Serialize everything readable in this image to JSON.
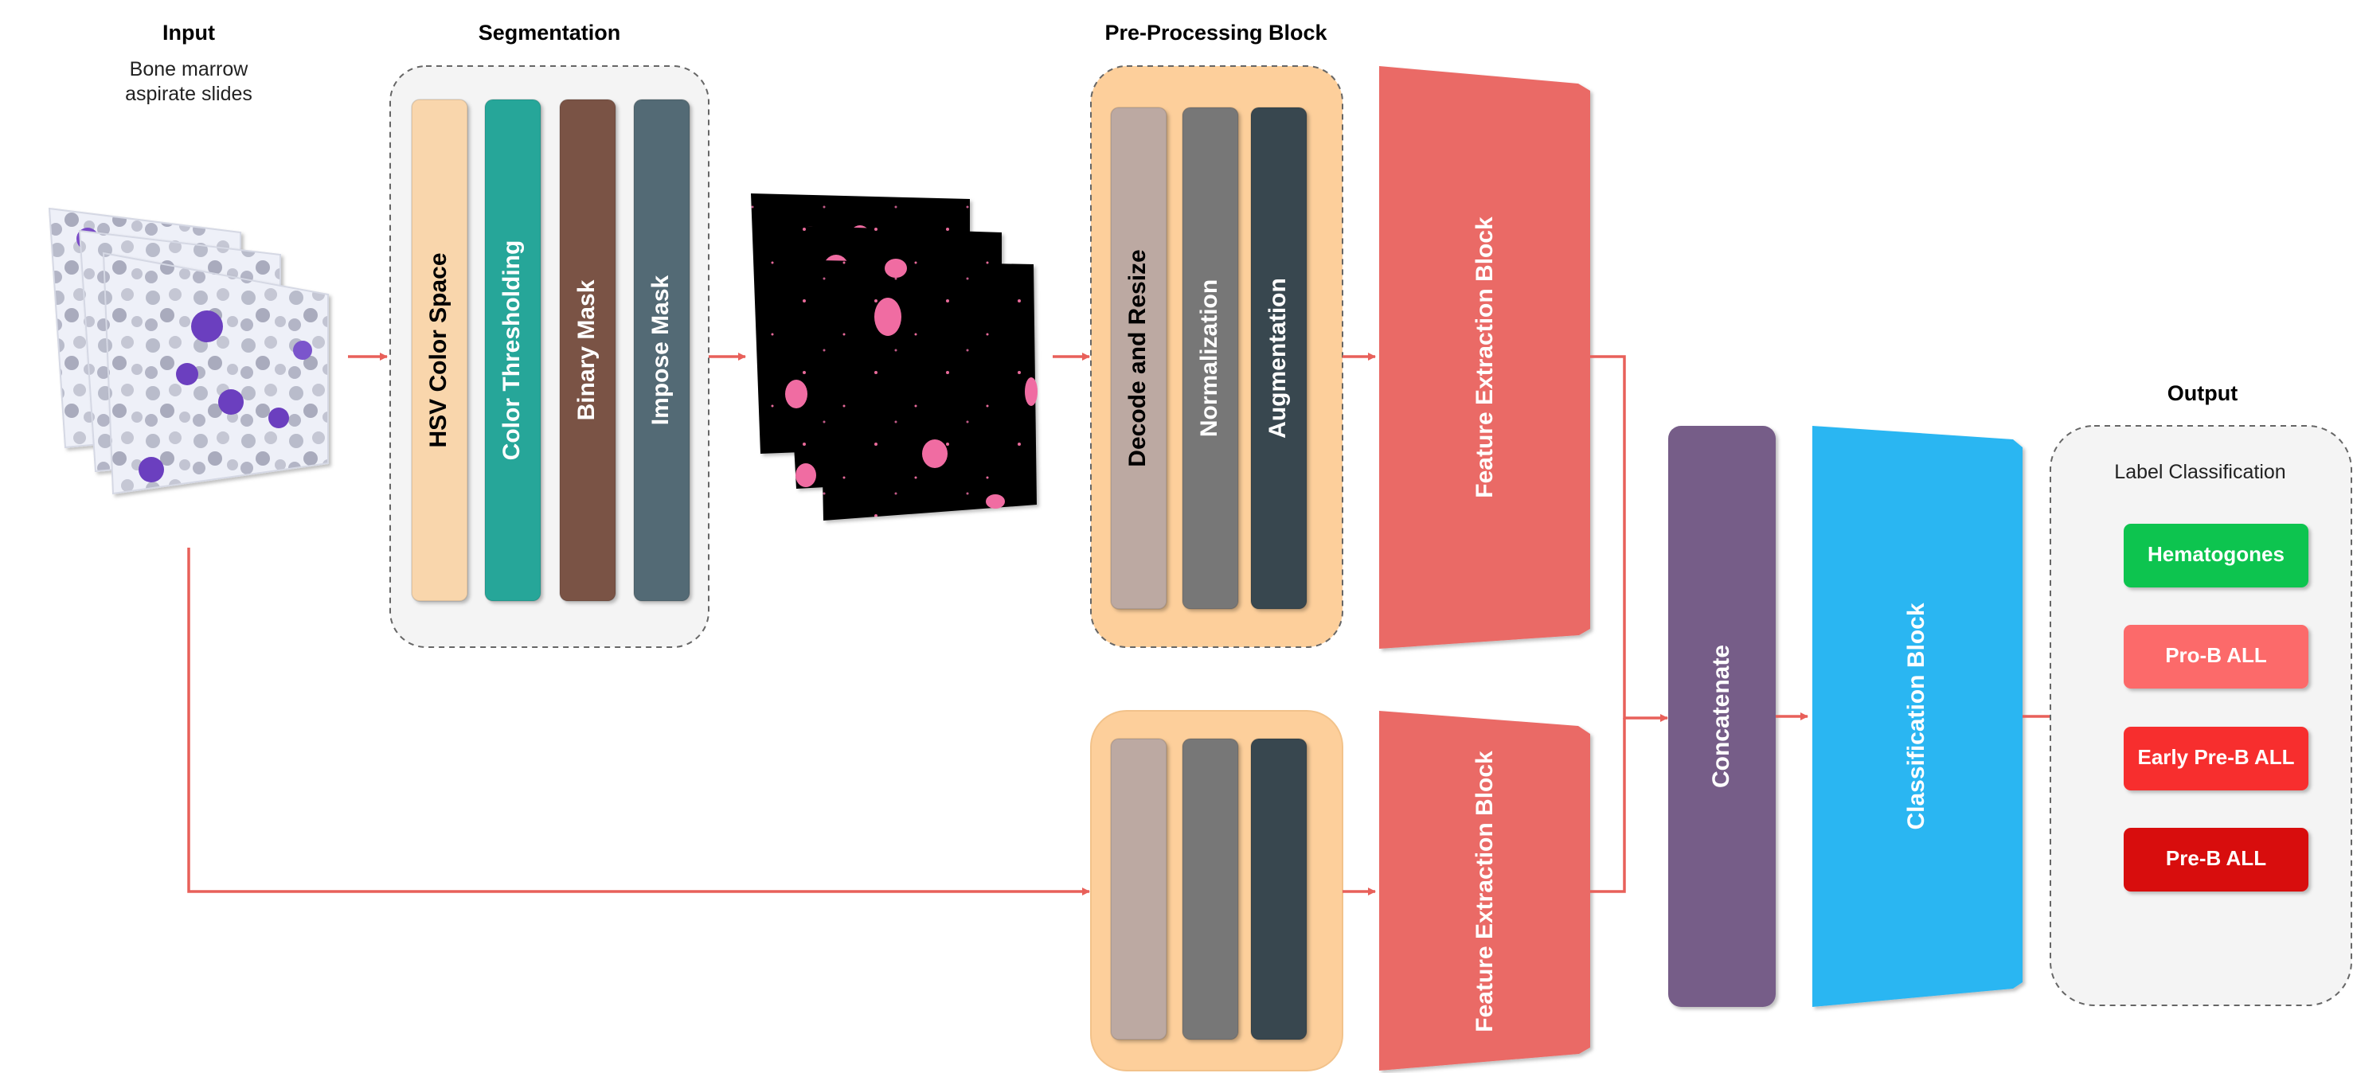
{
  "input": {
    "title": "Input",
    "subtitle_line1": "Bone marrow",
    "subtitle_line2": "aspirate slides"
  },
  "segmentation": {
    "title": "Segmentation",
    "steps": [
      {
        "label": "HSV Color Space",
        "color": "#f9d6ac",
        "text_color": "#000000"
      },
      {
        "label": "Color Thresholding",
        "color": "#27a699",
        "text_color": "#ffffff"
      },
      {
        "label": "Binary Mask",
        "color": "#7a5244",
        "text_color": "#ffffff"
      },
      {
        "label": "Impose Mask",
        "color": "#536a74",
        "text_color": "#ffffff"
      }
    ]
  },
  "preprocessing": {
    "title": "Pre-Processing Block",
    "steps": [
      {
        "label": "Decode and Resize",
        "color": "#bca9a2",
        "text_color": "#000000"
      },
      {
        "label": "Normalization",
        "color": "#777777",
        "text_color": "#ffffff"
      },
      {
        "label": "Augmentation",
        "color": "#37474f",
        "text_color": "#ffffff"
      }
    ],
    "block_color": "#fdcf9b"
  },
  "feature_extraction": {
    "label": "Feature Extraction Block",
    "color": "#ea6b66"
  },
  "concatenate": {
    "label": "Concatenate",
    "color": "#765d88"
  },
  "classification": {
    "label": "Classification Block",
    "color": "#29b6f2"
  },
  "output": {
    "title": "Output",
    "subtitle": "Label Classification",
    "labels": [
      {
        "label": "Hematogones",
        "color": "#0bc44f"
      },
      {
        "label": "Pro-B ALL",
        "color": "#fc6a6a"
      },
      {
        "label": "Early Pre-B ALL",
        "color": "#f72e2e"
      },
      {
        "label": "Pre-B ALL",
        "color": "#d80e0e"
      }
    ]
  },
  "arrow_color": "#e8605a"
}
